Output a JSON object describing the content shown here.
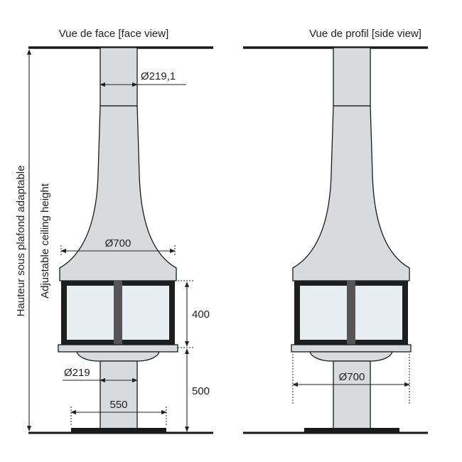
{
  "colors": {
    "body": "#d9dadb",
    "glass": "#e6eef2",
    "frame": "#1e1e1e",
    "line": "#222222",
    "text": "#222222"
  },
  "front_view": {
    "title": "Vue de face [face view]",
    "flue_diameter": "Ø219,1",
    "hood_diameter": "Ø700",
    "firebox_height": "400",
    "base_diameter": "Ø219",
    "base_height": "500",
    "foot_width": "550"
  },
  "side_view": {
    "title": "Vue de profil [side view]",
    "bowl_diameter": "Ø700"
  },
  "ceiling_label": {
    "fr": "Hauteur sous plafond adaptable",
    "en": "Adjustable ceiling height"
  }
}
